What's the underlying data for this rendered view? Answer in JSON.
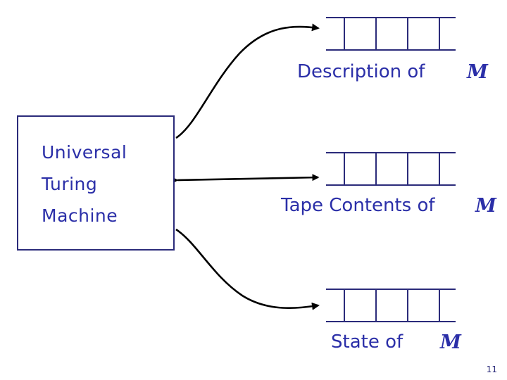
{
  "slide": {
    "page_number": "11",
    "colors": {
      "ink": "#2b2fa8",
      "outline": "#2b2b7a",
      "arrow": "#000000",
      "background": "#ffffff"
    }
  },
  "machine_box": {
    "line1": "Universal",
    "line2": "Turing",
    "line3": "Machine"
  },
  "tapes": [
    {
      "name": "description-tape",
      "label": "Description of",
      "symbol": "M",
      "cells": 4
    },
    {
      "name": "tape-contents-tape",
      "label": "Tape Contents of",
      "symbol": "M",
      "cells": 4
    },
    {
      "name": "state-tape",
      "label": "State of",
      "symbol": "M",
      "cells": 4
    }
  ],
  "arrows": [
    {
      "name": "arrow-to-description-tape",
      "direction": "to-tape"
    },
    {
      "name": "arrow-tape-contents-bidirectional",
      "direction": "bidirectional"
    },
    {
      "name": "arrow-to-state-tape",
      "direction": "to-tape"
    }
  ]
}
